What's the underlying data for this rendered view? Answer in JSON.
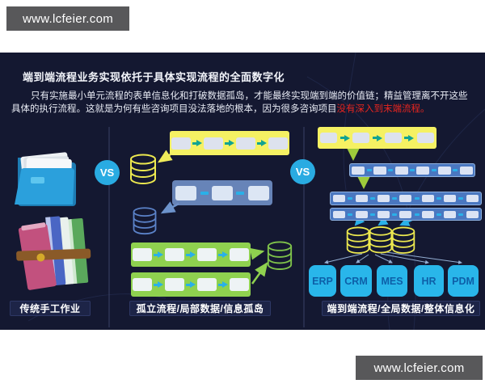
{
  "watermarks": {
    "top": "www.lcfeier.com",
    "bottom": "www.lcfeier.com"
  },
  "slide": {
    "title": "端到端流程业务实现依托于具体实现流程的全面数字化",
    "body_text": "只有实施最小单元流程的表单信息化和打破数据孤岛，才能最终实现端到端的价值链；精益管理离不开这些具体的执行流程。这就是为何有些咨询项目没法落地的根本，因为很多咨询项目",
    "body_highlight": "没有深入到末端流程。",
    "vs_label": "VS",
    "captions": {
      "left": "传统手工作业",
      "middle": "孤立流程/局部数据/信息孤岛",
      "right": "端到端流程/全局数据/整体信息化"
    },
    "apps": [
      "ERP",
      "CRM",
      "MES",
      "HR",
      "PDM"
    ]
  },
  "icons": {
    "folder": "blue-paper-folder (css/svg shape)",
    "books": "stacked-books-with-strap (css/svg shape)",
    "database": "cylinder-database (svg outline)",
    "flow_arrow": "right-arrow (css triangle)"
  },
  "colors": {
    "slide_bg": "#141831",
    "accent_blue": "#29abe2",
    "process_yellow": "#f5f163",
    "process_green": "#8fd14f",
    "process_blue": "#4a77c0",
    "teal_arrow": "#10a392",
    "cyan_arrow": "#2ab0e8",
    "highlight_red": "#e8251f",
    "watermark_gray": "#58585a"
  }
}
